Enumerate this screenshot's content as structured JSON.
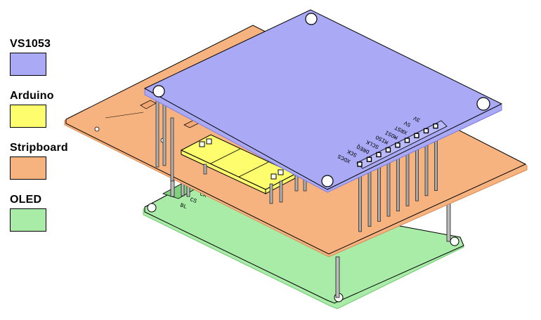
{
  "legend": [
    {
      "id": "vs1053",
      "label": "VS1053",
      "color": "#a9a9f6"
    },
    {
      "id": "arduino",
      "label": "Arduino",
      "color": "#fdfd6e"
    },
    {
      "id": "stripboard",
      "label": "Stripboard",
      "color": "#f7b37f"
    },
    {
      "id": "oled",
      "label": "OLED",
      "color": "#a8eca8"
    }
  ],
  "vs1053_pins": [
    "XDCS",
    "SCK",
    "DREQ",
    "SCLK",
    "MISO",
    "MOSI",
    "XRST",
    "5V",
    "3V"
  ],
  "oled_pins": [
    "CK",
    "CS",
    "BL"
  ],
  "colors": {
    "outline": "#000000",
    "pin": "#9a9a9a",
    "vs1053_edge": "#7d7de0",
    "stripboard_edge": "#d98a55",
    "oled_edge": "#6fc86f",
    "arduino_edge": "#c8c83a"
  }
}
